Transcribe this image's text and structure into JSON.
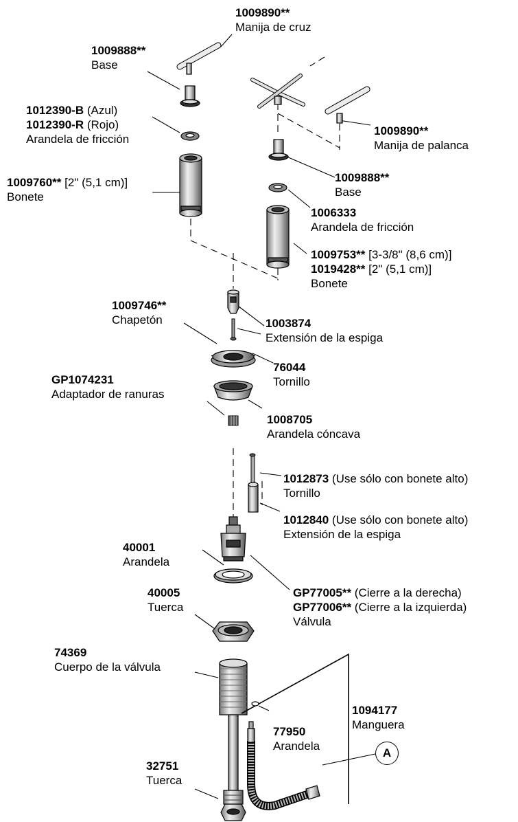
{
  "labels": {
    "cross_handle": {
      "part": "1009890**",
      "desc": "Manija de cruz"
    },
    "base_left": {
      "part": "1009888**",
      "desc": "Base"
    },
    "washer_left": {
      "part_b": "1012390-B",
      "color_b": " (Azul)",
      "part_r": "1012390-R",
      "color_r": " (Rojo)",
      "desc": "Arandela de fricción"
    },
    "bonnet_left": {
      "part": "1009760**",
      "size": " [2\" (5,1 cm)]",
      "desc": "Bonete"
    },
    "lever_handle": {
      "part": "1009890**",
      "desc": "Manija de palanca"
    },
    "base_right": {
      "part": "1009888**",
      "desc": "Base"
    },
    "washer_right": {
      "part": "1006333",
      "desc": "Arandela de fricción"
    },
    "bonnet_right": {
      "part_a": "1009753**",
      "size_a": " [3-3/8\" (8,6 cm)]",
      "part_b": "1019428**",
      "size_b": " [2\" (5,1 cm)]",
      "desc": "Bonete"
    },
    "escutcheon": {
      "part": "1009746**",
      "desc": "Chapetón"
    },
    "stem_ext_top": {
      "part": "1003874",
      "desc": "Extensión de la espiga"
    },
    "screw_top": {
      "part": "76044",
      "desc": "Tornillo"
    },
    "spline_adapter": {
      "part": "GP1074231",
      "desc": "Adaptador de ranuras"
    },
    "concave_washer": {
      "part": "1008705",
      "desc": "Arandela cóncava"
    },
    "screw_tall": {
      "part": "1012873",
      "note": " (Use sólo con bonete alto)",
      "desc": "Tornillo"
    },
    "stem_ext_tall": {
      "part": "1012840",
      "note": " (Use sólo con bonete alto)",
      "desc": "Extensión de la espiga"
    },
    "washer_40001": {
      "part": "40001",
      "desc": "Arandela"
    },
    "valve": {
      "part_a": "GP77005**",
      "note_a": " (Cierre a la derecha)",
      "part_b": "GP77006**",
      "note_b": " (Cierre a la izquierda)",
      "desc": "Válvula"
    },
    "nut_40005": {
      "part": "40005",
      "desc": "Tuerca"
    },
    "valve_body": {
      "part": "74369",
      "desc": "Cuerpo de la válvula"
    },
    "hose": {
      "part": "1094177",
      "desc": "Manguera"
    },
    "washer_77950": {
      "part": "77950",
      "desc": "Arandela"
    },
    "nut_32751": {
      "part": "32751",
      "desc": "Tuerca"
    }
  },
  "callout": {
    "letter": "A"
  }
}
